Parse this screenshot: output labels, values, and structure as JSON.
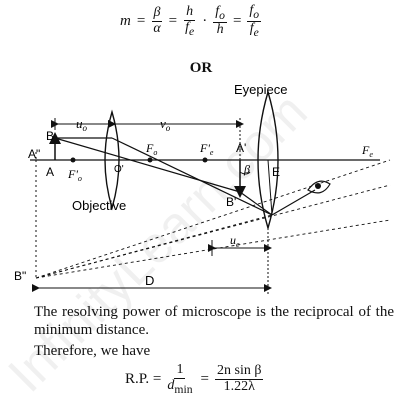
{
  "equation_magnification": {
    "lhs": "m",
    "eq": "=",
    "t1_num": "β",
    "t1_den": "α",
    "t2_num": "h",
    "t2_den": "f",
    "t2_den_sub": "e",
    "dot": "·",
    "t3_num": "f",
    "t3_num_sub": "o",
    "t3_den": "h",
    "t4_num": "f",
    "t4_num_sub": "o",
    "t4_den": "f",
    "t4_den_sub": "e"
  },
  "or_label": "OR",
  "diagram": {
    "eyepiece_label": "Eyepiece",
    "objective_label": "Objective",
    "u_o": "u",
    "u_o_sub": "o",
    "v_o": "v",
    "v_o_sub": "o",
    "label_B": "B",
    "label_A": "A",
    "label_A2": "A\"",
    "label_Fo_prime": "F'",
    "label_Fo_prime_sub": "o",
    "label_O_prime": "O'",
    "label_Fo": "F",
    "label_Fo_sub": "o",
    "label_Fe_prime": "F'",
    "label_Fe_prime_sub": "e",
    "label_A_prime": "A'",
    "label_beta": "β",
    "label_B_prime": "B'",
    "label_E": "E",
    "label_Fe": "F",
    "label_Fe_sub": "e",
    "label_u_e": "u",
    "label_u_e_sub": "e",
    "label_B2": "B\"",
    "label_D": "D"
  },
  "paragraph_1": "The resolving power of microscope is the reciprocal of the minimum distance.",
  "paragraph_2": "Therefore, we have",
  "equation_rp": {
    "lhs": "R.P. =",
    "f1_num": "1",
    "f1_den": "d",
    "f1_den_sub": "min",
    "eq": "=",
    "f2_num": "2n sin β",
    "f2_den": "1.22λ"
  },
  "watermark_text": "InfinityLearn.com"
}
